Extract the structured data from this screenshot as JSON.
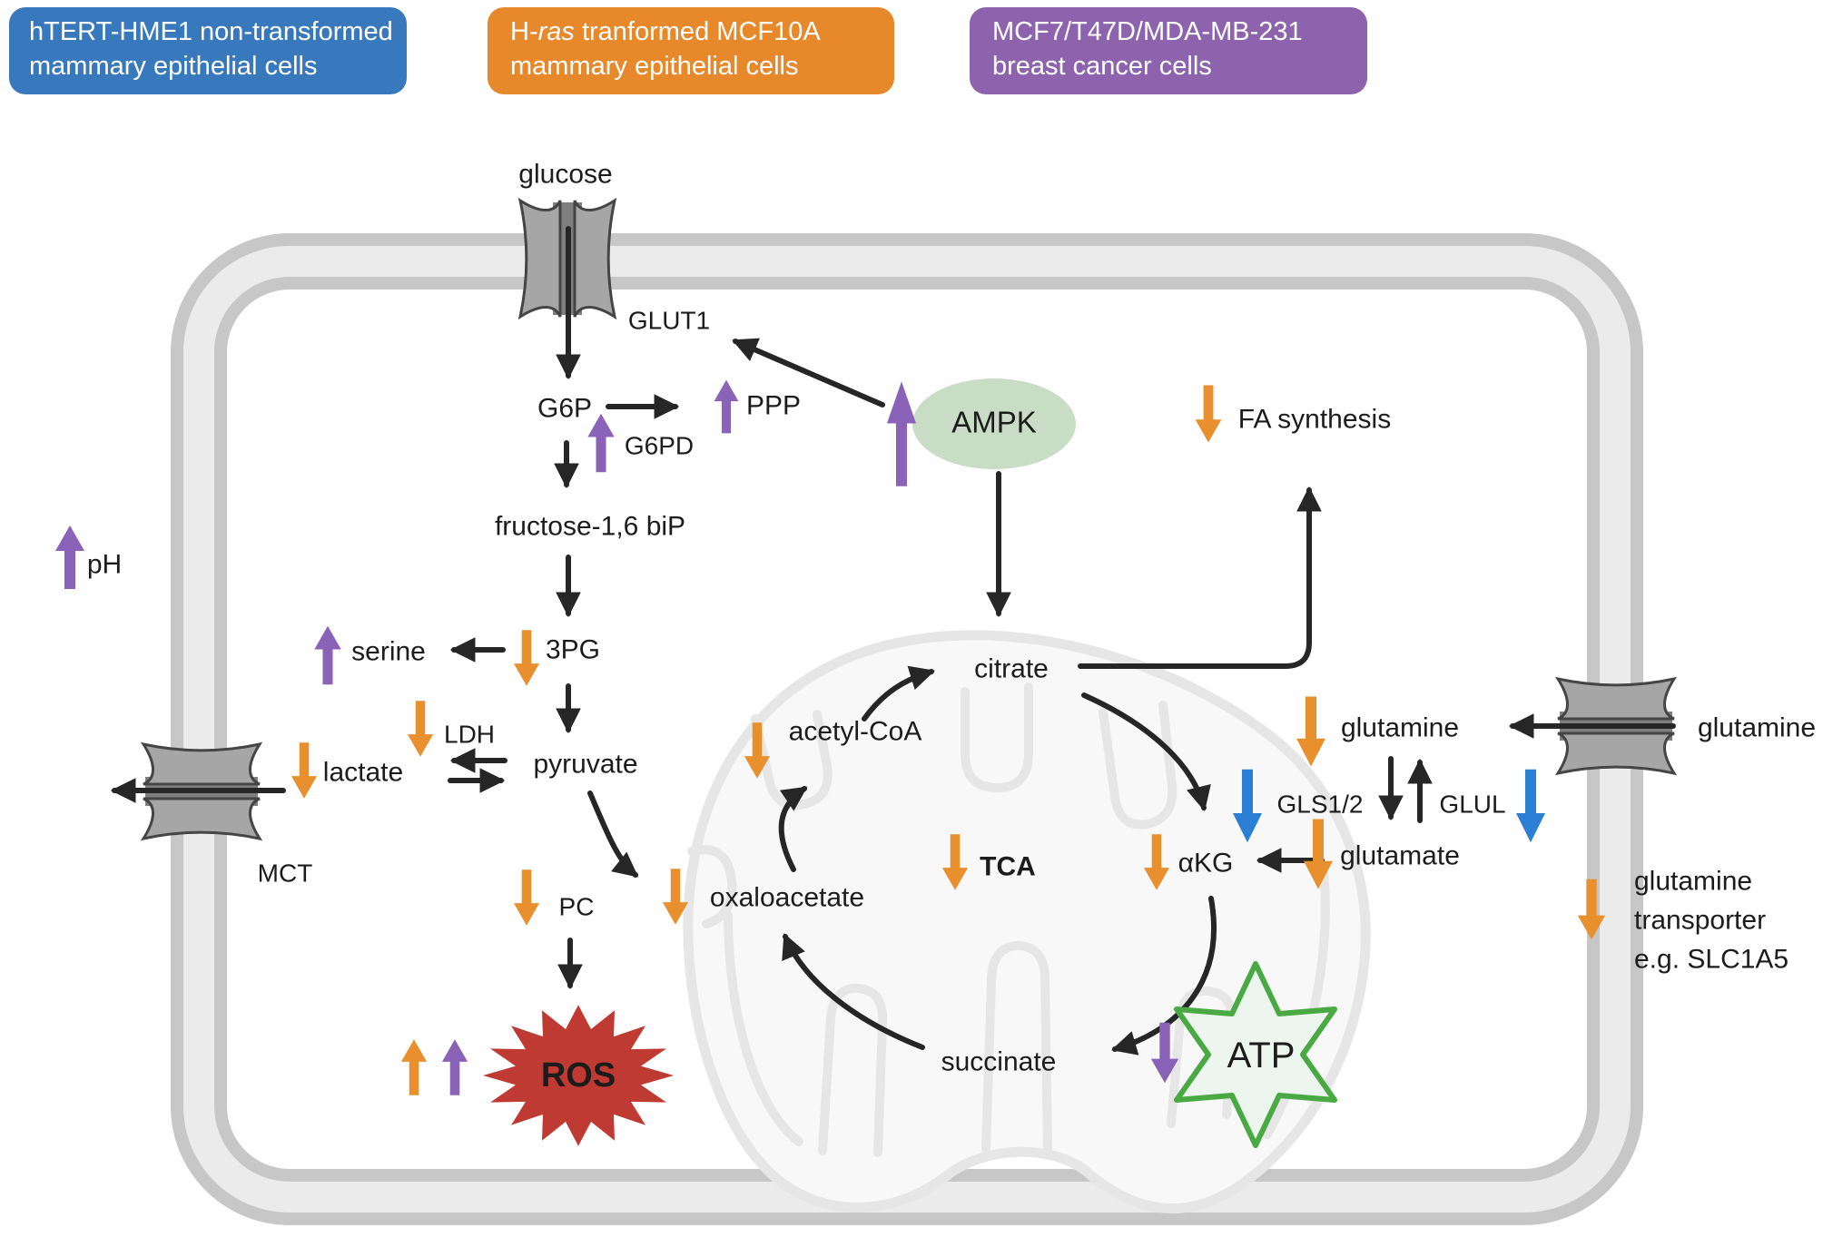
{
  "legend": {
    "box1": {
      "line1": "hTERT-HME1 non-transformed",
      "line2": "mammary epithelial cells"
    },
    "box2": {
      "prefix": "H-",
      "gene": "ras",
      "suffix": " tranformed MCF10A",
      "line2": "mammary epithelial cells"
    },
    "box3": {
      "line1": "MCF7/T47D/MDA-MB-231",
      "line2": "breast cancer cells"
    }
  },
  "labels": {
    "glucose": "glucose",
    "glut1": "GLUT1",
    "g6p": "G6P",
    "ppp": "PPP",
    "g6pd": "G6PD",
    "fructose": "fructose-1,6 biP",
    "three_pg": "3PG",
    "serine": "serine",
    "pyruvate": "pyruvate",
    "ldh": "LDH",
    "lactate": "lactate",
    "mct": "MCT",
    "ph": "pH",
    "pc": "PC",
    "ros": "ROS",
    "ampk": "AMPK",
    "fa_synthesis": "FA synthesis",
    "citrate": "citrate",
    "acetyl_coa": "acetyl-CoA",
    "tca": "TCA",
    "akg": "αKG",
    "oxaloacetate": "oxaloacetate",
    "succinate": "succinate",
    "atp": "ATP",
    "glutamine_in": "glutamine",
    "glutamine_out": "glutamine",
    "gls": "GLS1/2",
    "glul": "GLUL",
    "glutamate": "glutamate",
    "slc_line1": "glutamine",
    "slc_line2": "transporter",
    "slc_line3": "e.g. SLC1A5"
  },
  "colors": {
    "blue_box": "#3878bc",
    "orange_box": "#e7892b",
    "purple_box": "#8d63ae",
    "orange_arrow": "#e8902e",
    "purple_arrow": "#8a63b8",
    "blue_arrow": "#2b7fd4",
    "black_arrow": "#262626",
    "membrane_dark": "#c7c7c7",
    "membrane_light": "#ebebeb",
    "mito_stroke": "#e6e6e6",
    "mito_fill": "#f7f8f7",
    "ampk_fill": "#c9dcc5",
    "ros_fill": "#bf3a32",
    "atp_stroke": "#49a942",
    "atp_fill": "#edf6ee",
    "transporter_body": "#a6a6a6",
    "transporter_channel": "#7f7f7f"
  }
}
